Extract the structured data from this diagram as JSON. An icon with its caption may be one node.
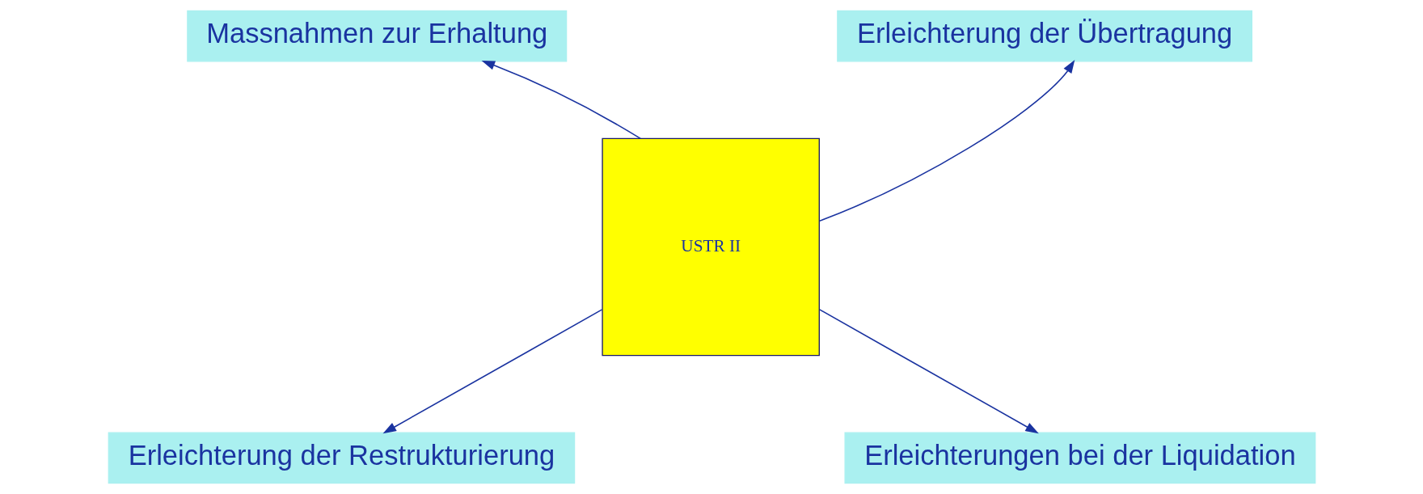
{
  "diagram": {
    "nodes": [
      {
        "text": [
          "USTR II"
        ]
      },
      {
        "text": [
          "Massnahmen zur Erhaltung"
        ]
      },
      {
        "text": [
          "Erleichterung der Übertragung"
        ]
      },
      {
        "text": [
          "Erleichterung der Restrukturierung"
        ]
      },
      {
        "text": [
          "Erleichterungen bei der Liquidation"
        ]
      }
    ],
    "edges": [
      {
        "from": 0,
        "to": 1,
        "arrow": "to"
      },
      {
        "from": 0,
        "to": 2,
        "arrow": "to"
      },
      {
        "from": 0,
        "to": 3,
        "arrow": "to"
      },
      {
        "from": 0,
        "to": 4,
        "arrow": "to"
      }
    ]
  }
}
